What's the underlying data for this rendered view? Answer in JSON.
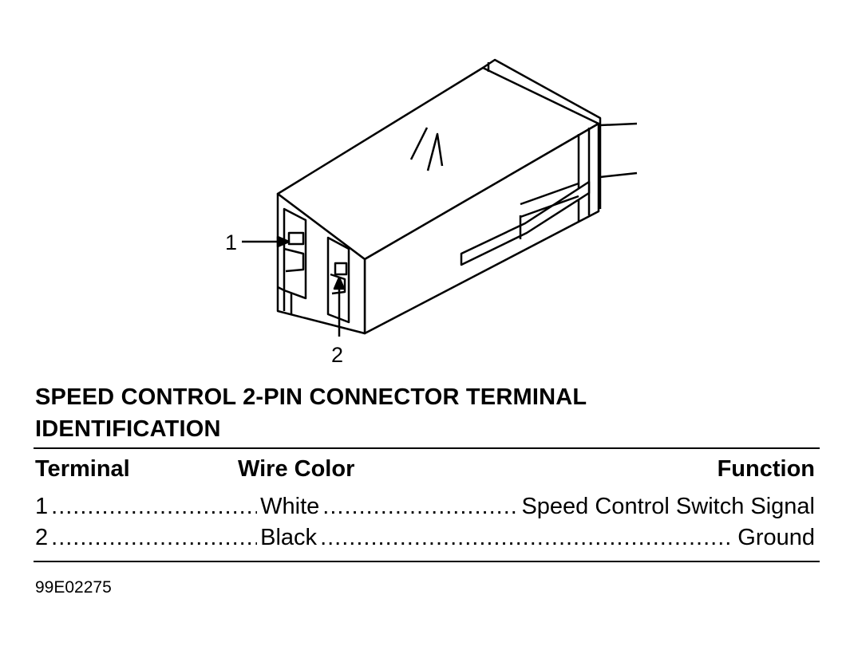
{
  "diagram": {
    "callouts": [
      "1",
      "2"
    ]
  },
  "title": {
    "line1": "SPEED CONTROL 2-PIN CONNECTOR TERMINAL",
    "line2": "IDENTIFICATION"
  },
  "table": {
    "headers": {
      "terminal": "Terminal",
      "wire_color": "Wire Color",
      "function": "Function"
    },
    "rows": [
      {
        "terminal": "1",
        "wire_color": "White",
        "function": "Speed Control Switch Signal"
      },
      {
        "terminal": "2",
        "wire_color": "Black",
        "function": "Ground"
      }
    ]
  },
  "figure_id": "99E02275"
}
